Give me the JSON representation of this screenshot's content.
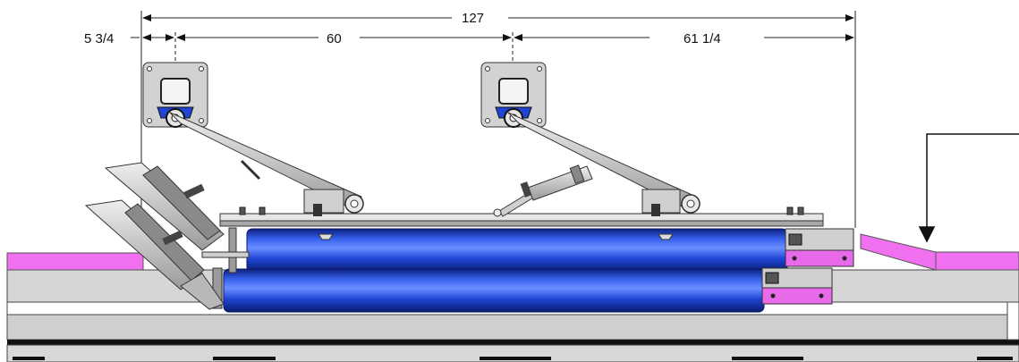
{
  "dimensions": {
    "overall": "127",
    "left_offset": "5 3/4",
    "center_span": "60",
    "right_span": "61 1/4"
  },
  "colors": {
    "roller_blue": "#1f45d6",
    "roller_highlight": "#5f86ff",
    "roller_shadow": "#0b1f80",
    "belt_magenta": "#f070f0",
    "steel_light": "#d9d9d9",
    "steel_mid": "#a9a9a9",
    "steel_dark": "#4a4a4a",
    "line": "#222222"
  },
  "icons": [
    "down-arrow-icon",
    "bolt-icon"
  ]
}
